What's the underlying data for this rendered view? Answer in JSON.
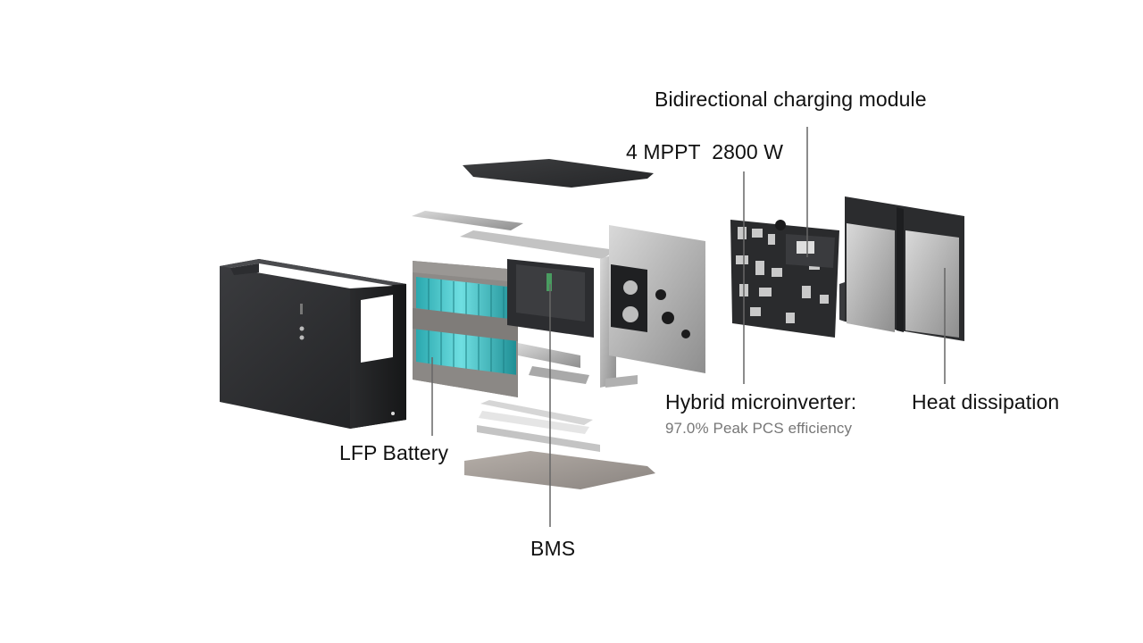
{
  "labels": {
    "bidirectional": "Bidirectional charging module",
    "mppt": "4 MPPT  2800 W",
    "hybrid_title": "Hybrid microinverter:",
    "hybrid_sub": "97.0% Peak PCS efficiency",
    "heat": "Heat dissipation",
    "lfp": "LFP Battery",
    "bms": "BMS"
  },
  "colors": {
    "casing": "#2e2f31",
    "cells": "#3fc1c7",
    "metal": "#b7b7b7",
    "pcb": "#2a2b2d",
    "leader": "#666666"
  }
}
